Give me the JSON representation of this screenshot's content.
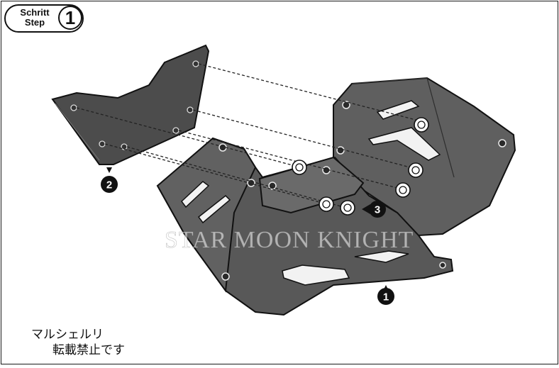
{
  "step": {
    "label_de": "Schritt",
    "label_en": "Step",
    "number": "1"
  },
  "callouts": [
    {
      "id": "callout-skid-plate",
      "number": "1"
    },
    {
      "id": "callout-side-plate",
      "number": "2"
    },
    {
      "id": "callout-bolts",
      "number": "3"
    }
  ],
  "watermark": "STAR MOON KNIGHT",
  "notice": {
    "line1": "マルシェルリ",
    "line2": "転載禁止です"
  },
  "colors": {
    "plate_fill": "#5a5a5a",
    "side_fill": "#4c4c4c",
    "outline": "#111111",
    "leader": "#222222"
  }
}
